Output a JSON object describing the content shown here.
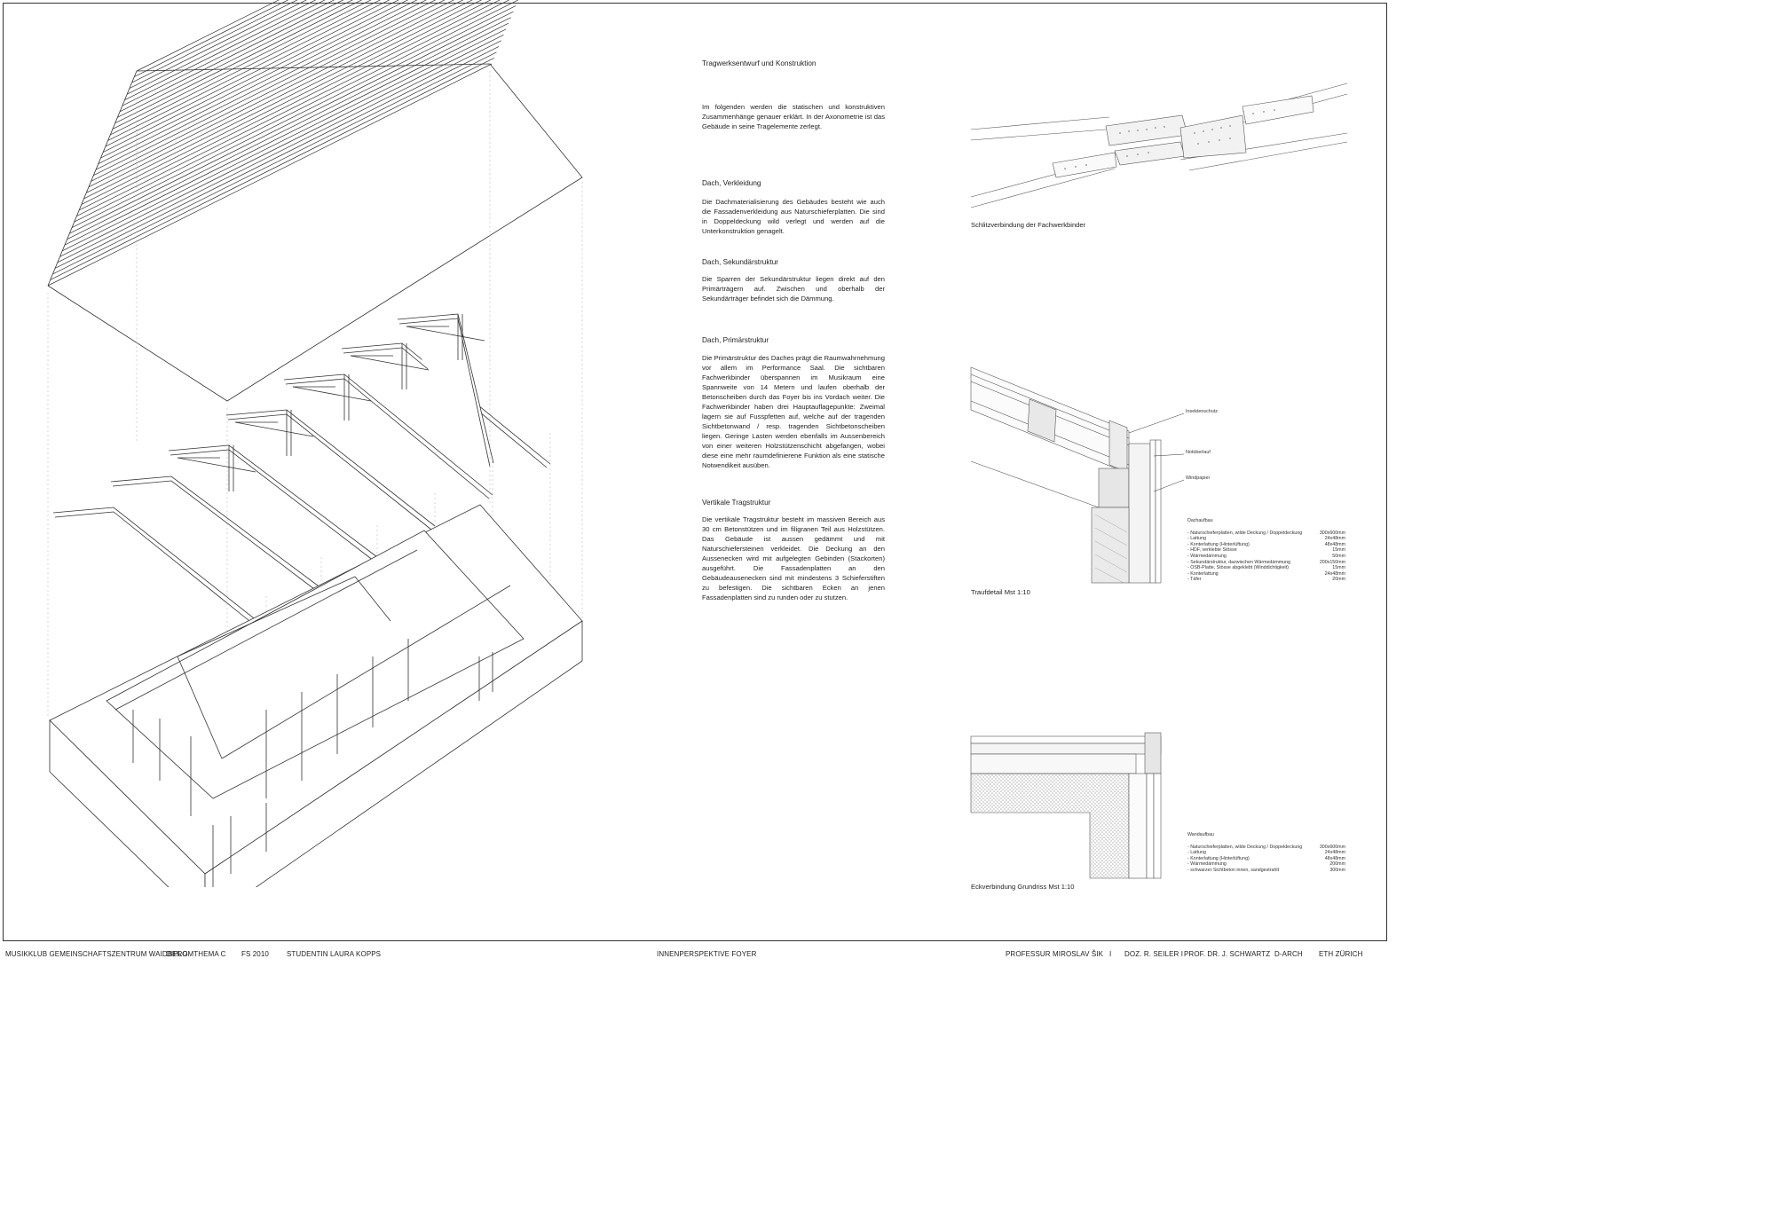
{
  "title": "Tragwerksentwurf und Konstruktion",
  "intro": "Im folgenden werden die statischen und konstruktiven Zusammenhänge genauer erklärt. In der Axonometrie ist das Gebäude in seine Tragelemente zerlegt.",
  "sections": [
    {
      "heading": "Dach, Verkleidung",
      "body": "Die Dachmaterialisierung des Gebäudes besteht wie auch die Fassadenverkleidung aus Naturschieferplatten. Die sind in Doppeldeckung wild verlegt und werden auf die Unterkonstruktion genagelt."
    },
    {
      "heading": "Dach, Sekundärstruktur",
      "body": "Die Sparren der Sekundärstruktur liegen direkt auf den Primärträgern auf. Zwischen und oberhalb der Sekundärträger befindet sich die Dämmung."
    },
    {
      "heading": "Dach, Primärstruktur",
      "body": "Die Primärstruktur des Daches prägt die Raumwahrnehmung vor allem im Performance Saal. Die sichtbaren Fachwerkbinder überspannen im Musikraum eine Spannweite von 14 Metern und laufen oberhalb der Betonscheiben durch das Foyer bis ins Vordach weiter. Die Fachwerkbinder haben drei Hauptauflagepunkte: Zweimal lagern sie auf Fusspfetten auf, welche auf der tragenden Sichtbetonwand / resp. tragenden Sichtbetonscheiben liegen. Geringe Lasten werden ebenfalls im Aussenbereich von einer weiteren Holzstützenschicht abgefangen, wobei diese eine mehr raumdefinierene Funktion als eine statische Notwendikeit ausüben."
    },
    {
      "heading": "Vertikale Tragstruktur",
      "body": "Die vertikale Tragstruktur besteht im massiven Bereich aus 30 cm Betonstützen und im filigranen Teil aus Holzstützen. Das Gebäude ist aussen gedämmt und mit Naturschiefersteinen verkleidet. Die Deckung an den Aussenecken wird mit aufgelegten Gebinden (Stackorten) ausgeführt. Die Fassadenplatten an den Gebäudeausenecken sind mit mindestens 3 Schieferstiften zu befestigen. Die sichtbaren Ecken an jenen Fassadenplatten sind zu runden oder zu stutzen."
    }
  ],
  "details": {
    "schlitz_caption": "Schlitzverbindung der Fachwerkbinder",
    "trauf_caption": "Traufdetail Mst 1:10",
    "eck_caption": "Eckverbindung Grundriss Mst 1:10",
    "labels": {
      "insektenschutz": "Insektenschutz",
      "notueberlauf": "Notüberlauf",
      "windpapier": "Windpapier"
    },
    "dachaufbau": {
      "title": "Dachaufbau",
      "rows": [
        {
          "name": "- Naturschieferplatten, wilde Deckung / Doppeldeckung",
          "value": "300x600mm"
        },
        {
          "name": "- Lattung",
          "value": "24x48mm"
        },
        {
          "name": "- Konterlattung (Hinterlüftung)",
          "value": "48x48mm"
        },
        {
          "name": "- HDF, verklebte Stösse",
          "value": "15mm"
        },
        {
          "name": "- Wärmedämmung",
          "value": "50mm"
        },
        {
          "name": "- Sekundärstruktur, dazwischen Wärmedämmung",
          "value": "200x150mm"
        },
        {
          "name": "- OSB-Platte, Stösse abgeklebt (Winddichtigkeit)",
          "value": "15mm"
        },
        {
          "name": "- Konterlattung",
          "value": "24x48mm"
        },
        {
          "name": "- Täfer",
          "value": "20mm"
        }
      ]
    },
    "wandaufbau": {
      "title": "Wandaufbau",
      "rows": [
        {
          "name": "- Naturschieferplatten, wilde Deckung / Doppeldeckung",
          "value": "300x600mm"
        },
        {
          "name": "- Lattung",
          "value": "24x48mm"
        },
        {
          "name": "- Konterlattung (Hinterlüftung)",
          "value": "48x48mm"
        },
        {
          "name": "- Wärmedämmung",
          "value": "200mm"
        },
        {
          "name": "- schwarzer Sichtbeton innen, sandgestrahlt",
          "value": "300mm"
        }
      ]
    }
  },
  "footer": {
    "project": "MUSIKKLUB GEMEINSCHAFTSZENTRUM WAIDBERG",
    "diplom": "DIPLOMTHEMA C",
    "semester": "FS 2010",
    "student": "STUDENTIN LAURA KOPPS",
    "sheet": "INNENPERSPEKTIVE FOYER",
    "professor": "PROFESSUR MIROSLAV ŠIK",
    "sep1": "I",
    "doz": "DOZ. R. SEILER I",
    "prof2": "PROF. DR. J. SCHWARTZ",
    "dept": "D-ARCH",
    "school": "ETH ZÜRICH"
  }
}
